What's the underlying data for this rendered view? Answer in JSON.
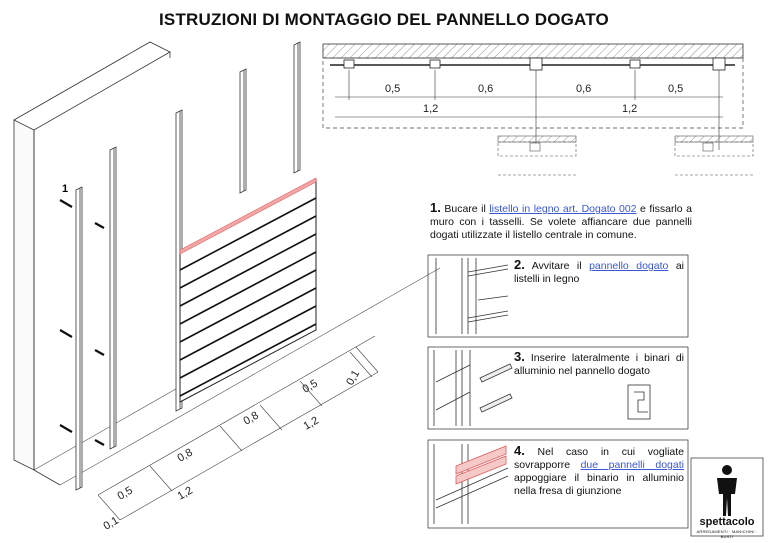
{
  "title": "ISTRUZIONI DI MONTAGGIO DEL PANNELLO DOGATO",
  "iso_label": "1",
  "iso_dims": {
    "d1": "0,1",
    "d2": "0,5",
    "d3": "0,8",
    "d4": "0,8",
    "d5": "0,5",
    "d6": "0,1",
    "d7": "1,2",
    "d8": "1,2"
  },
  "top_dims": {
    "a": "0,5",
    "b": "0,6",
    "c": "0,6",
    "d": "0,5",
    "e": "1,2",
    "f": "1,2"
  },
  "steps": [
    {
      "num": "1.",
      "pre": " Bucare il ",
      "link": "listello in legno art. Dogato 002",
      "post": " e fissarlo a muro con i tasselli. Se volete affiancare due pannelli dogati utilizzate il listello centrale in comune."
    },
    {
      "num": "2.",
      "pre": " Avvitare il ",
      "link": "pannello dogato",
      "post": " ai listelli in legno"
    },
    {
      "num": "3.",
      "pre": " Inserire lateralmente i binari di alluminio nel pannello dogato",
      "link": "",
      "post": ""
    },
    {
      "num": "4.",
      "pre": " Nel caso in cui vogliate sovrapporre ",
      "link": "due pannelli dogati",
      "post": " appoggiare il binario in  alluminio nella fresa di giunzione"
    }
  ],
  "logo": {
    "name": "spettacolo",
    "tagline": "ARREDAMENTI · MANICHINI · BUSTI"
  },
  "colors": {
    "link": "#3a57d6",
    "highlight": "#f2a7a7",
    "line": "#222222"
  }
}
